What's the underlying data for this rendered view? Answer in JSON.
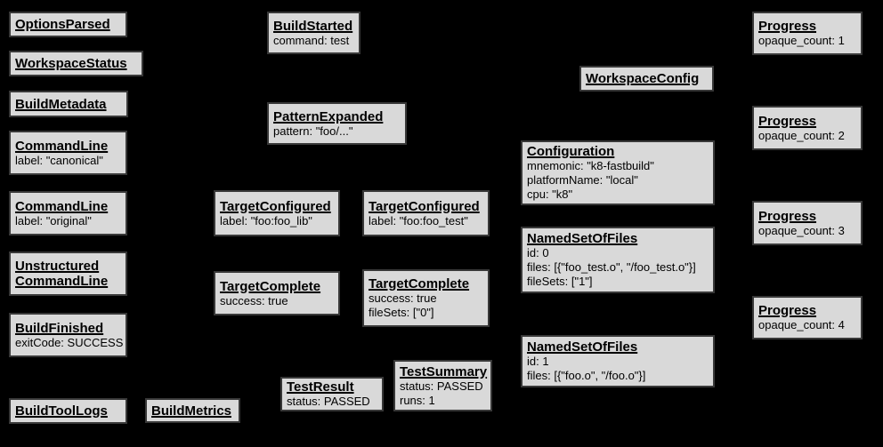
{
  "diagram": {
    "description": "Build event protocol graph",
    "colors": {
      "background": "#000000",
      "node_fill": "#d9d9d9",
      "node_border": "#383838",
      "node_text": "#000000"
    }
  },
  "nodes": [
    {
      "title": "OptionsParsed",
      "lines": []
    },
    {
      "title": "WorkspaceStatus",
      "lines": []
    },
    {
      "title": "BuildMetadata",
      "lines": []
    },
    {
      "title": "CommandLine",
      "lines": [
        "label: \"canonical\""
      ]
    },
    {
      "title": "CommandLine",
      "lines": [
        "label: \"original\""
      ]
    },
    {
      "title": "Unstructured\nCommandLine",
      "lines": []
    },
    {
      "title": "BuildFinished",
      "lines": [
        "exitCode: SUCCESS"
      ]
    },
    {
      "title": "BuildToolLogs",
      "lines": []
    },
    {
      "title": "BuildMetrics",
      "lines": []
    },
    {
      "title": "BuildStarted",
      "lines": [
        "command: test"
      ]
    },
    {
      "title": "PatternExpanded",
      "lines": [
        "pattern: \"foo/...\""
      ]
    },
    {
      "title": "TargetConfigured",
      "lines": [
        "label: \"foo:foo_lib\""
      ]
    },
    {
      "title": "TargetConfigured",
      "lines": [
        "label: \"foo:foo_test\""
      ]
    },
    {
      "title": "TargetComplete",
      "lines": [
        "success: true"
      ]
    },
    {
      "title": "TargetComplete",
      "lines": [
        "success: true",
        "fileSets: [\"0\"]"
      ]
    },
    {
      "title": "TestResult",
      "lines": [
        "status: PASSED"
      ]
    },
    {
      "title": "TestSummary",
      "lines": [
        "status: PASSED",
        "runs: 1"
      ]
    },
    {
      "title": "WorkspaceConfig",
      "lines": []
    },
    {
      "title": "Configuration",
      "lines": [
        "mnemonic: \"k8-fastbuild\"",
        "platformName: \"local\"",
        "cpu: \"k8\""
      ]
    },
    {
      "title": "NamedSetOfFiles",
      "lines": [
        "id: 0",
        "files: [{\"foo_test.o\", \"/foo_test.o\"}]",
        "fileSets: [\"1\"]"
      ]
    },
    {
      "title": "NamedSetOfFiles",
      "lines": [
        "id: 1",
        "files: [{\"foo.o\", \"/foo.o\"}]"
      ]
    },
    {
      "title": "Progress",
      "lines": [
        "opaque_count: 1"
      ]
    },
    {
      "title": "Progress",
      "lines": [
        "opaque_count: 2"
      ]
    },
    {
      "title": "Progress",
      "lines": [
        "opaque_count: 3"
      ]
    },
    {
      "title": "Progress",
      "lines": [
        "opaque_count: 4"
      ]
    }
  ]
}
